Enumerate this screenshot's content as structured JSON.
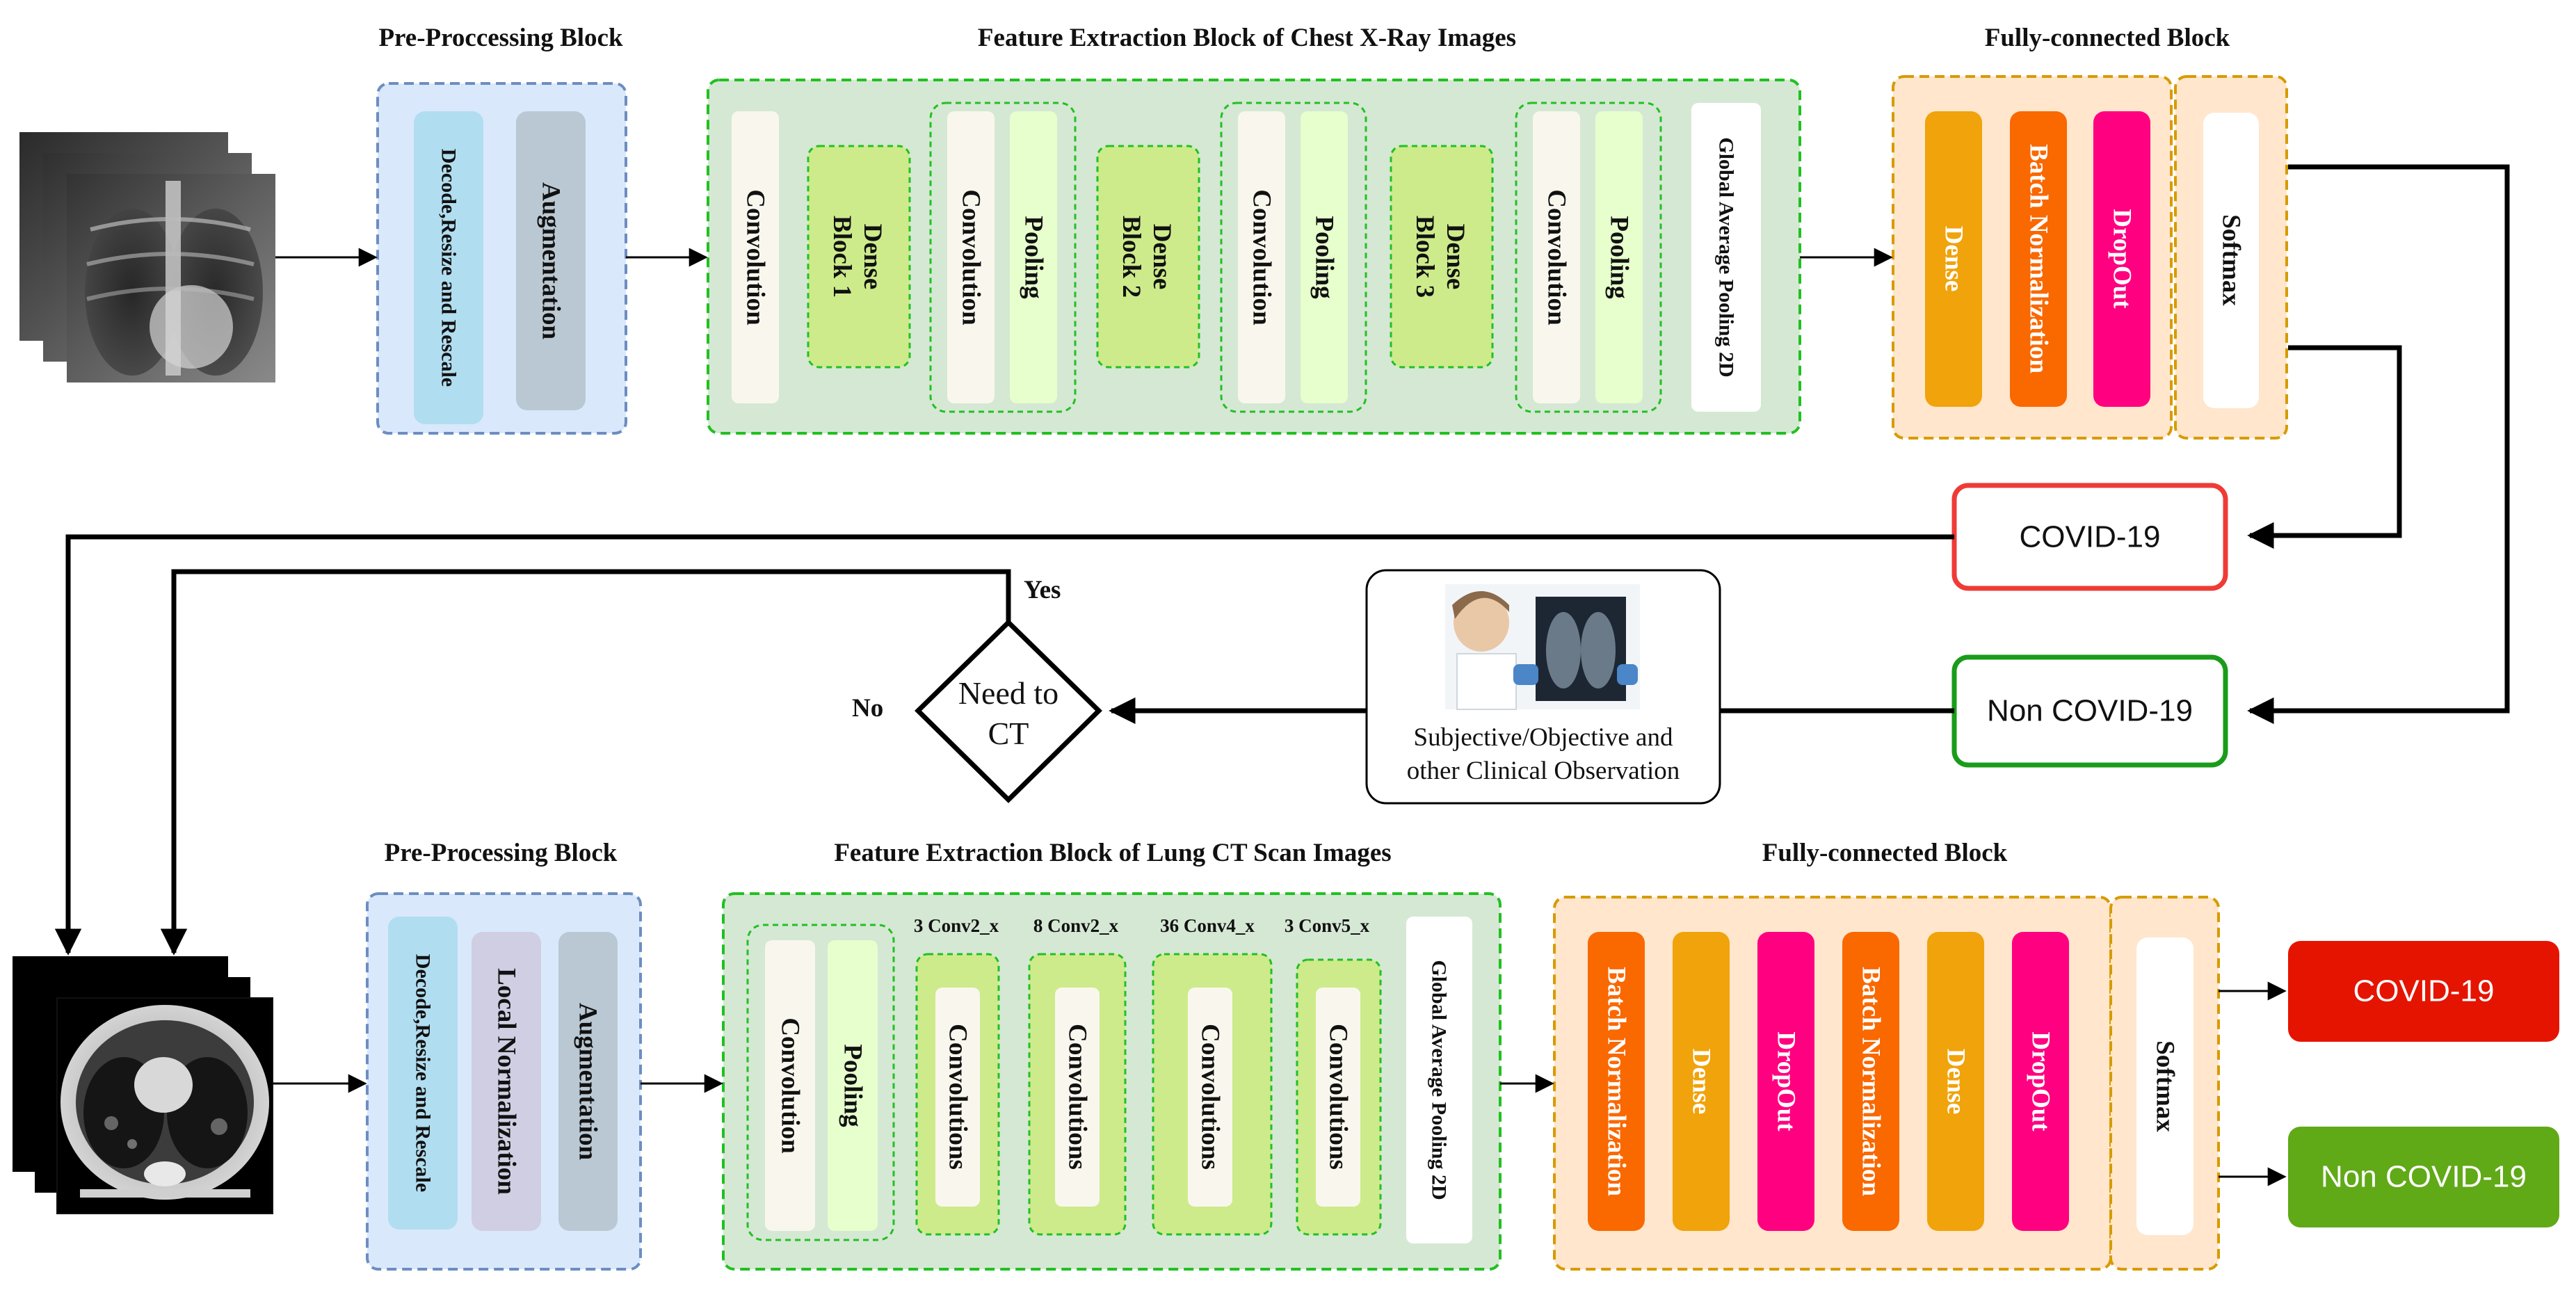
{
  "xray_branch": {
    "preprocessing": {
      "title": "Pre-Proccessing Block",
      "steps": [
        "Decode,Resize and Rescale",
        "Augmentation"
      ]
    },
    "feature_extraction": {
      "title": "Feature Extraction Block of Chest X-Ray Images",
      "first_conv": "Convolution",
      "dense_blocks": [
        {
          "line1": "Dense",
          "line2": "Block 1"
        },
        {
          "line1": "Dense",
          "line2": "Block 2"
        },
        {
          "line1": "Dense",
          "line2": "Block 3"
        }
      ],
      "transition": {
        "conv": "Convolution",
        "pool": "Pooling"
      },
      "global_pool": "Global Average Pooling 2D"
    },
    "fully_connected": {
      "title": "Fully-connected Block",
      "layers": [
        "Dense",
        "Batch Normalization",
        "DropOut"
      ],
      "softmax": "Softmax"
    }
  },
  "outputs_xray": {
    "covid": "COVID-19",
    "non_covid": "Non COVID-19"
  },
  "decision": {
    "clinical_caption_line1": "Subjective/Objective and",
    "clinical_caption_line2": "other Clinical Observation",
    "diamond_line1": "Need to",
    "diamond_line2": "CT",
    "yes_label": "Yes",
    "no_label": "No"
  },
  "ct_branch": {
    "preprocessing": {
      "title": "Pre-Processing Block",
      "steps": [
        "Decode,Resize and Rescale",
        "Local Normalization",
        "Augmentation"
      ]
    },
    "feature_extraction": {
      "title": "Feature Extraction Block of Lung CT Scan Images",
      "stem": {
        "conv": "Convolution",
        "pool": "Pooling"
      },
      "stages": [
        {
          "label": "3 Conv2_x",
          "block": "Convolutions"
        },
        {
          "label": "8 Conv2_x",
          "block": "Convolutions"
        },
        {
          "label": "36 Conv4_x",
          "block": "Convolutions"
        },
        {
          "label": "3 Conv5_x",
          "block": "Convolutions"
        }
      ],
      "global_pool": "Global Average Pooling 2D"
    },
    "fully_connected": {
      "title": "Fully-connected Block",
      "layers": [
        "Batch Normalization",
        "Dense",
        "DropOut",
        "Batch Normalization",
        "Dense",
        "DropOut"
      ],
      "softmax": "Softmax"
    }
  },
  "outputs_ct": {
    "covid": "COVID-19",
    "non_covid": "Non COVID-19"
  },
  "colors": {
    "preproc_fill": "#dae8fc",
    "preproc_stroke": "#6c8ebf",
    "preproc_item_blue": "#b1ddf0",
    "preproc_item_gray": "#bac8d3",
    "preproc_item_lilac": "#d0cee2",
    "feature_fill": "#d5e8d4",
    "feature_stroke": "#22c022",
    "dense_block": "#cdeb8b",
    "conv_box": "#f9f7ed",
    "pool_box": "#e6ffcc",
    "fc_fill": "#ffe6cc",
    "fc_stroke": "#d79b00",
    "dense_layer": "#f0a30a",
    "batchnorm_layer": "#fa6800",
    "dropout_layer": "#ff0080",
    "covid_red": "#e51400",
    "covid_outline": "#ef3b36",
    "non_covid_green": "#60a917",
    "non_covid_outline": "#1a9c1a"
  },
  "icons": {
    "xray_images": "chest-xray-stack",
    "ct_images": "lung-ct-stack",
    "clinician": "doctor-with-xray-photo"
  }
}
